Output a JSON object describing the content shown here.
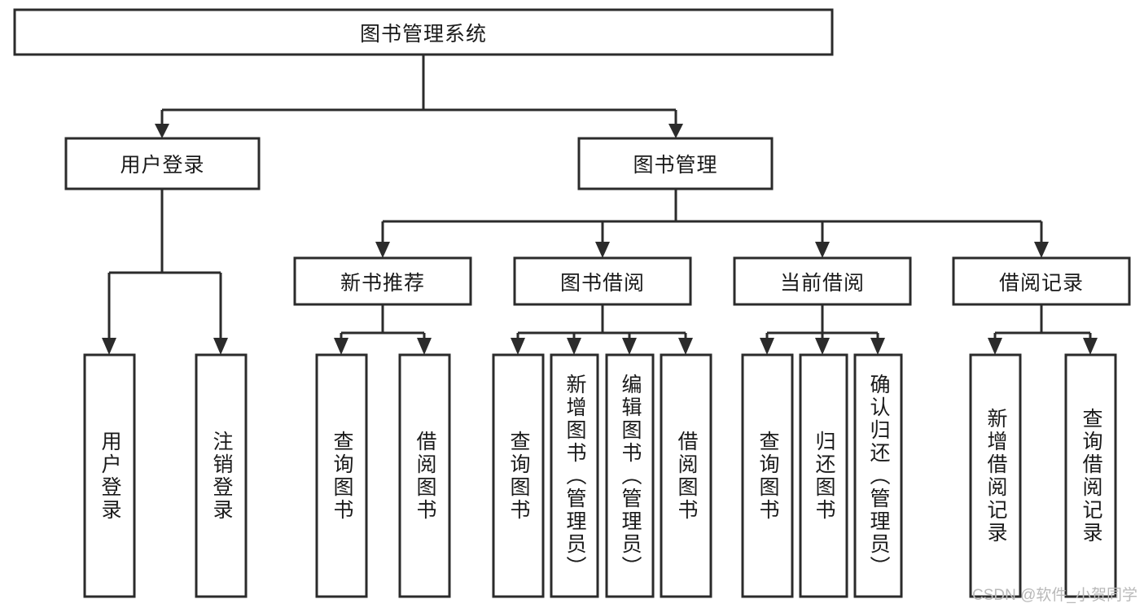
{
  "diagram": {
    "title": "图书管理系统",
    "type": "hierarchy-tree",
    "watermark": "CSDN @软件_小贺同学",
    "colors": {
      "box_stroke": "#2b2b2b",
      "box_fill": "#ffffff",
      "text": "#1a1a1a",
      "background": "#ffffff",
      "watermark": "#b9b9b9"
    },
    "root": {
      "label": "图书管理系统"
    },
    "level2": [
      {
        "label": "用户登录"
      },
      {
        "label": "图书管理"
      }
    ],
    "level3": [
      {
        "label": "新书推荐"
      },
      {
        "label": "图书借阅"
      },
      {
        "label": "当前借阅"
      },
      {
        "label": "借阅记录"
      }
    ],
    "leaves": {
      "user_login": [
        {
          "label": "用户登录"
        },
        {
          "label": "注销登录"
        }
      ],
      "new_book": [
        {
          "label": "查询图书"
        },
        {
          "label": "借阅图书"
        }
      ],
      "book_borrow": [
        {
          "label": "查询图书"
        },
        {
          "label": "新增图书（管理员）"
        },
        {
          "label": "编辑图书（管理员）"
        },
        {
          "label": "借阅图书"
        }
      ],
      "current_borrow": [
        {
          "label": "查询图书"
        },
        {
          "label": "归还图书"
        },
        {
          "label": "确认归还（管理员）"
        }
      ],
      "borrow_record": [
        {
          "label": "新增借阅记录"
        },
        {
          "label": "查询借阅记录"
        }
      ]
    }
  }
}
